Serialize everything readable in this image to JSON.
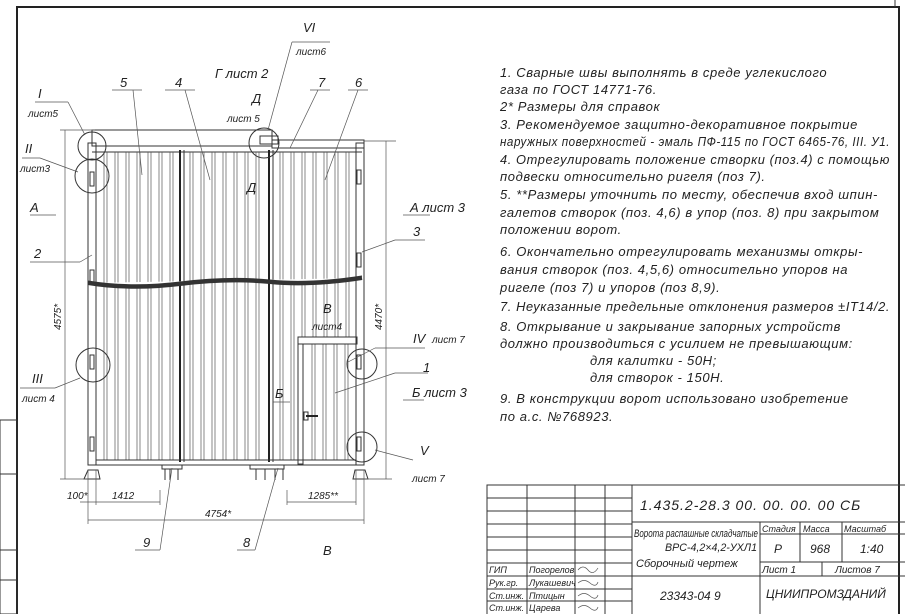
{
  "drawing": {
    "callouts": {
      "I": {
        "num": "I",
        "sheet": "лист5"
      },
      "II": {
        "num": "II",
        "sheet": "лист3"
      },
      "III": {
        "num": "III",
        "sheet": "лист 4"
      },
      "IV": {
        "num": "IV",
        "sheet": "лист 7"
      },
      "V": {
        "num": "V",
        "sheet": "лист 7"
      },
      "VI": {
        "num": "VI",
        "sheet": "лист6"
      }
    },
    "view_g": "Г лист 2",
    "section_d": {
      "letter": "Д",
      "sheet": "лист 5"
    },
    "section_d2": "Д",
    "section_a_left": "А",
    "section_a_right": "А лист 3",
    "section_v": {
      "letter": "В",
      "sheet": "лист4"
    },
    "section_v2": "В",
    "section_b": "Б",
    "section_b_right": "Б лист 3",
    "positions": [
      "1",
      "2",
      "3",
      "4",
      "5",
      "6",
      "7",
      "8",
      "9"
    ],
    "dimensions": {
      "height_left": "4575*",
      "height_right": "4470*",
      "offset": "100*",
      "leaf_width": "1412",
      "wicket_width": "1285**",
      "total_width": "4754*"
    }
  },
  "notes": [
    "1. Сварные швы выполнять в среде углекислого",
    "газа по ГОСТ 14771-76.",
    "2* Размеры для справок",
    "3. Рекомендуемое защитно-декоративное покрытие",
    "наружных поверхностей - эмаль ПФ-115 по ГОСТ 6465-76, III. У1.",
    "4. Отрегулировать положение створки (поз.4) с помощью",
    "подвески относительно ригеля (поз 7).",
    "5. **Размеры уточнить по месту, обеспечив вход шпин-",
    "галетов створок (поз. 4,6) в упор (поз. 8) при закрытом",
    "положении ворот.",
    "6. Окончательно отрегулировать механизмы откры-",
    "вания створок (поз. 4,5,6) относительно упоров на",
    "ригеле (поз 7) и упоров (поз 8,9).",
    "7. Неуказанные предельные отклонения размеров ±IT14/2.",
    "8. Открывание и закрывание запорных устройств",
    "должно производиться с усилием не превышающим:",
    "для калитки - 50Н;",
    "для створок - 150Н.",
    "9. В конструкции ворот использовано изобретение",
    "по а.с. №768923."
  ],
  "title_block": {
    "code": "1.435.2-28.3 00. 00. 00. 00 СБ",
    "name_line1": "Ворота распашные складчатые",
    "name_line2": "ВРС-4,2×4,2-УХЛ1",
    "name_line3": "Сборочный чертеж",
    "stage_label": "Стадия",
    "mass_label": "Масса",
    "scale_label": "Масштаб",
    "stage": "Р",
    "mass": "968",
    "scale": "1:40",
    "sheet": "Лист 1",
    "sheets": "Листов 7",
    "organization": "ЦНИИПРОМЗДАНИЙ",
    "signatures": [
      {
        "role": "ГИП",
        "name": "Погорелов"
      },
      {
        "role": "Рук.гр.",
        "name": "Лукашевич"
      },
      {
        "role": "Ст.инж.",
        "name": "Птицын"
      },
      {
        "role": "Ст.инж.",
        "name": "Царева"
      }
    ],
    "bottom_number": "23343-04   9"
  }
}
